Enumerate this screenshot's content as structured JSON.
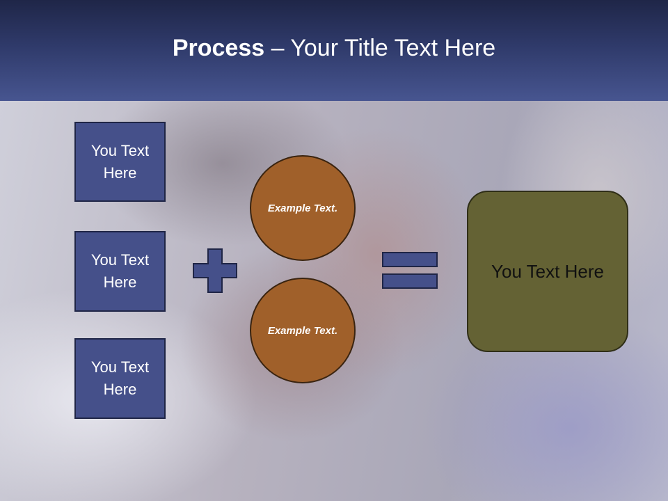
{
  "title": {
    "strong": "Process",
    "rest": " – Your Title Text Here"
  },
  "inputs": [
    {
      "label": "You Text Here"
    },
    {
      "label": "You Text Here"
    },
    {
      "label": "You Text Here"
    }
  ],
  "circles": [
    {
      "label": "Example Text."
    },
    {
      "label": "Example Text."
    }
  ],
  "result": {
    "label": "You Text Here"
  },
  "colors": {
    "header": "#2f3a6a",
    "input_box": "#45508a",
    "circle": "#a0602a",
    "result": "#646234",
    "operator": "#45508a"
  },
  "icons": [
    "plus-icon",
    "equals-icon"
  ]
}
